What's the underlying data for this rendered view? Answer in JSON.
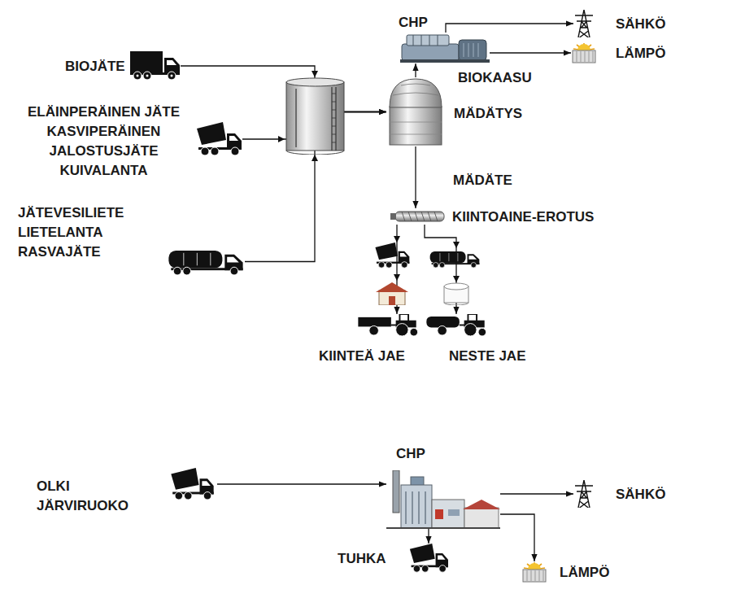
{
  "diagram": {
    "nodes": [
      {
        "text": [
          "BIOJÄTE"
        ]
      },
      {
        "text": [
          "ELÄINPERÄINEN JÄTE KASVIPERÄINEN JALOSTUSJÄTE KUIVALANTA"
        ]
      },
      {
        "text": [
          "JÄTEVESILIETE LIETELANTA RASVAJÄTE"
        ]
      },
      {
        "text": [
          "MÄDÄTYS"
        ]
      },
      {
        "text": [
          "CHP"
        ]
      },
      {
        "text": [
          "SÄHKÖ"
        ]
      },
      {
        "text": [
          "LÄMPÖ"
        ]
      },
      {
        "text": [
          "KIINTOAINE-EROTUS"
        ]
      },
      {
        "text": [
          "KIINTEÄ JAE"
        ]
      },
      {
        "text": [
          "NESTE JAE"
        ]
      },
      {
        "text": [
          "OLKI JÄRVIRUOKO"
        ]
      },
      {
        "text": [
          "CHP"
        ]
      },
      {
        "text": [
          "SÄHKÖ"
        ]
      },
      {
        "text": [
          "LÄMPÖ"
        ]
      },
      {
        "text": [
          "TUHKA"
        ]
      }
    ],
    "edges": [
      {
        "from": 0,
        "to": 3,
        "arrow": "to"
      },
      {
        "from": 1,
        "to": 3,
        "arrow": "to"
      },
      {
        "from": 2,
        "to": 3,
        "arrow": "to"
      },
      {
        "from": 3,
        "to": 4,
        "label": "BIOKAASU",
        "arrow": "to"
      },
      {
        "from": 4,
        "to": 5,
        "arrow": "to"
      },
      {
        "from": 4,
        "to": 6,
        "arrow": "to"
      },
      {
        "from": 3,
        "to": 7,
        "label": "MÄDÄTE",
        "arrow": "to"
      },
      {
        "from": 7,
        "to": 8,
        "arrow": "to"
      },
      {
        "from": 7,
        "to": 9,
        "arrow": "to"
      },
      {
        "from": 10,
        "to": 11,
        "arrow": "to"
      },
      {
        "from": 11,
        "to": 12,
        "arrow": "to"
      },
      {
        "from": 11,
        "to": 13,
        "arrow": "to"
      },
      {
        "from": 11,
        "to": 14,
        "arrow": "to"
      }
    ]
  }
}
